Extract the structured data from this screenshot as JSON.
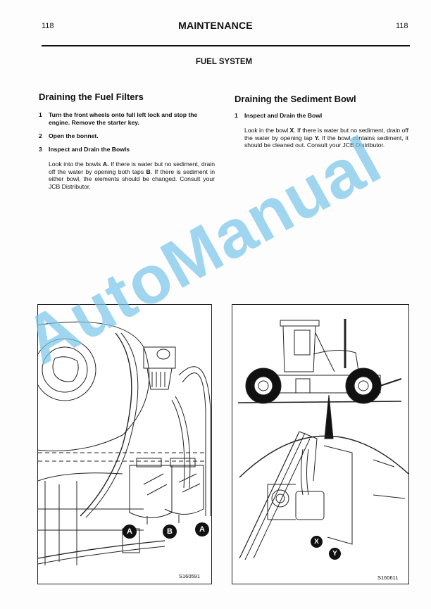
{
  "header": {
    "page_number_left": "118",
    "page_number_right": "118",
    "title": "MAINTENANCE",
    "subtitle": "FUEL SYSTEM"
  },
  "left_section": {
    "heading": "Draining the Fuel Filters",
    "steps": [
      {
        "num": "1",
        "text": "Turn the front wheels onto full left lock and stop the engine. Remove the starter key."
      },
      {
        "num": "2",
        "text": "Open the bonnet."
      },
      {
        "num": "3",
        "text": "Inspect and Drain the Bowls"
      }
    ],
    "paragraph": {
      "p1": "Look into the bowls ",
      "b1": "A.",
      "p2": " If there is water but no sediment, drain off the water by opening both taps ",
      "b2": "B",
      "p3": ". If there is sediment in either bowl, the elements should be changed. Consult your JCB Distributor."
    }
  },
  "right_section": {
    "heading": "Draining the Sediment Bowl",
    "steps": [
      {
        "num": "1",
        "text": "Inspect and Drain the Bowl"
      }
    ],
    "paragraph": {
      "p1": "Look in the bowl ",
      "b1": "X",
      "p2": ". If there is water but no sediment, drain off the water by opening tap ",
      "b2": "Y.",
      "p3": " If the bowl contains sediment, it should be cleaned out. Consult your JCB Distributor."
    }
  },
  "figures": {
    "left": {
      "code": "S160591",
      "callouts": [
        "A",
        "B",
        "A"
      ]
    },
    "right": {
      "code": "S160611",
      "callouts": [
        "X",
        "Y"
      ]
    }
  },
  "watermark": {
    "text": "AutoManual",
    "color": "#7cc7ea"
  }
}
